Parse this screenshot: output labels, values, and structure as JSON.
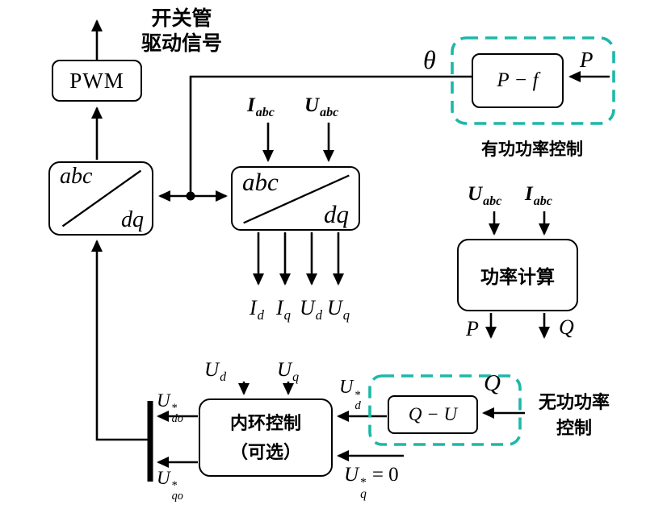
{
  "colors": {
    "teal": "#1cb8a8"
  },
  "drive_signal": {
    "line1": "开关管",
    "line2": "驱动信号"
  },
  "blocks": {
    "pwm": "PWM",
    "abc": "abc",
    "dq": "dq",
    "pf": "P − f",
    "power_calc": "功率计算",
    "inner_loop_line1": "内环控制",
    "inner_loop_line2": "（可选）",
    "qu": "Q − U"
  },
  "captions": {
    "active_power": "有功功率控制",
    "reactive_power_line1": "无功功率",
    "reactive_power_line2": "控制"
  },
  "signals": {
    "theta": "θ",
    "p_in": "P",
    "q_in": "Q",
    "p_out": "P",
    "q_out": "Q",
    "i_abc": {
      "base": "I",
      "sub": "abc"
    },
    "u_abc": {
      "base": "U",
      "sub": "abc"
    },
    "i_d": {
      "base": "I",
      "sub": "d"
    },
    "i_q": {
      "base": "I",
      "sub": "q"
    },
    "u_d": {
      "base": "U",
      "sub": "d"
    },
    "u_q": {
      "base": "U",
      "sub": "q"
    },
    "u_d_ref": {
      "base": "U",
      "sup": "*",
      "sub": "d"
    },
    "u_do_ref": {
      "base": "U",
      "sup": "*",
      "sub": "do"
    },
    "u_qo_ref": {
      "base": "U",
      "sup": "*",
      "sub": "qo"
    },
    "u_q_ref": {
      "base": "U",
      "sup": "*",
      "sub": "q",
      "eq": "= 0"
    }
  }
}
